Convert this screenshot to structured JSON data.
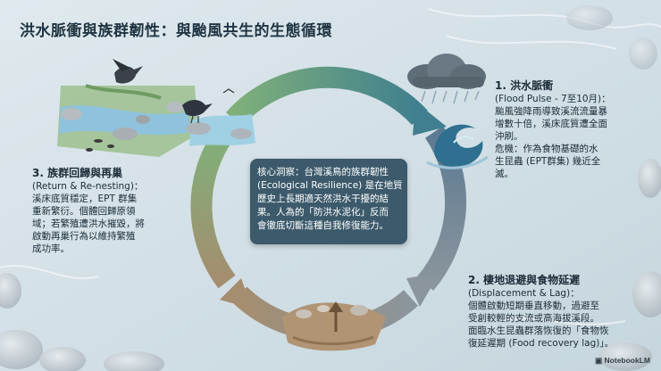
{
  "title": "洪水脈衝與族群韌性：與颱風共生的生態循環",
  "core": {
    "lines": [
      "核心洞察：台灣溪鳥的族群韌性",
      "(Ecological Resilience) 是在地質",
      "歷史上長期適天然洪水干擾的結",
      "果。人為的「防洪水泥化」反而",
      "會徹底切斷這種自我修復能力。"
    ]
  },
  "stages": [
    {
      "title": "1. 洪水脈衝",
      "lines": [
        "(Flood Pulse - 7至10月)：",
        "颱風強降雨導致溪流流量暴",
        "增數十倍，溪床底質遭全面",
        "沖刷。",
        "危機：作為食物基礎的水",
        "生昆蟲 (EPT群集) 幾近全",
        "滅。"
      ]
    },
    {
      "title": "2. 棲地退避與食物延遲",
      "lines": [
        "(Displacement & Lag)：",
        "個體啟動短期垂直移動，過避至",
        "受創較輕的支流或高海拔溪段。",
        "面臨水生昆蟲群落恢復的「食物恢",
        "復延遲期 (Food recovery lag)」。"
      ]
    },
    {
      "title": "3. 族群回歸與再巢",
      "lines": [
        "(Return & Re-nesting)：",
        "溪床底質穩定，EPT 群集",
        "重新繁衍。個體回歸原領",
        "域；若繁殖遭洪水摧毀，將",
        "啟動再巢行為以維持繁殖",
        "成功率。"
      ]
    }
  ],
  "brand": "NotebookLM",
  "colors": {
    "ring_green": "#7fb07a",
    "ring_teal": "#3f7f8f",
    "ring_blue": "#5d7a93",
    "ring_gray": "#8a959c",
    "ring_brown": "#a58d6f",
    "core_box": "#3c5a6b"
  },
  "icons": [
    "storm-cloud-icon",
    "wave-icon",
    "bird-icon",
    "stream-scene-icon",
    "riverbed-scene-icon"
  ]
}
